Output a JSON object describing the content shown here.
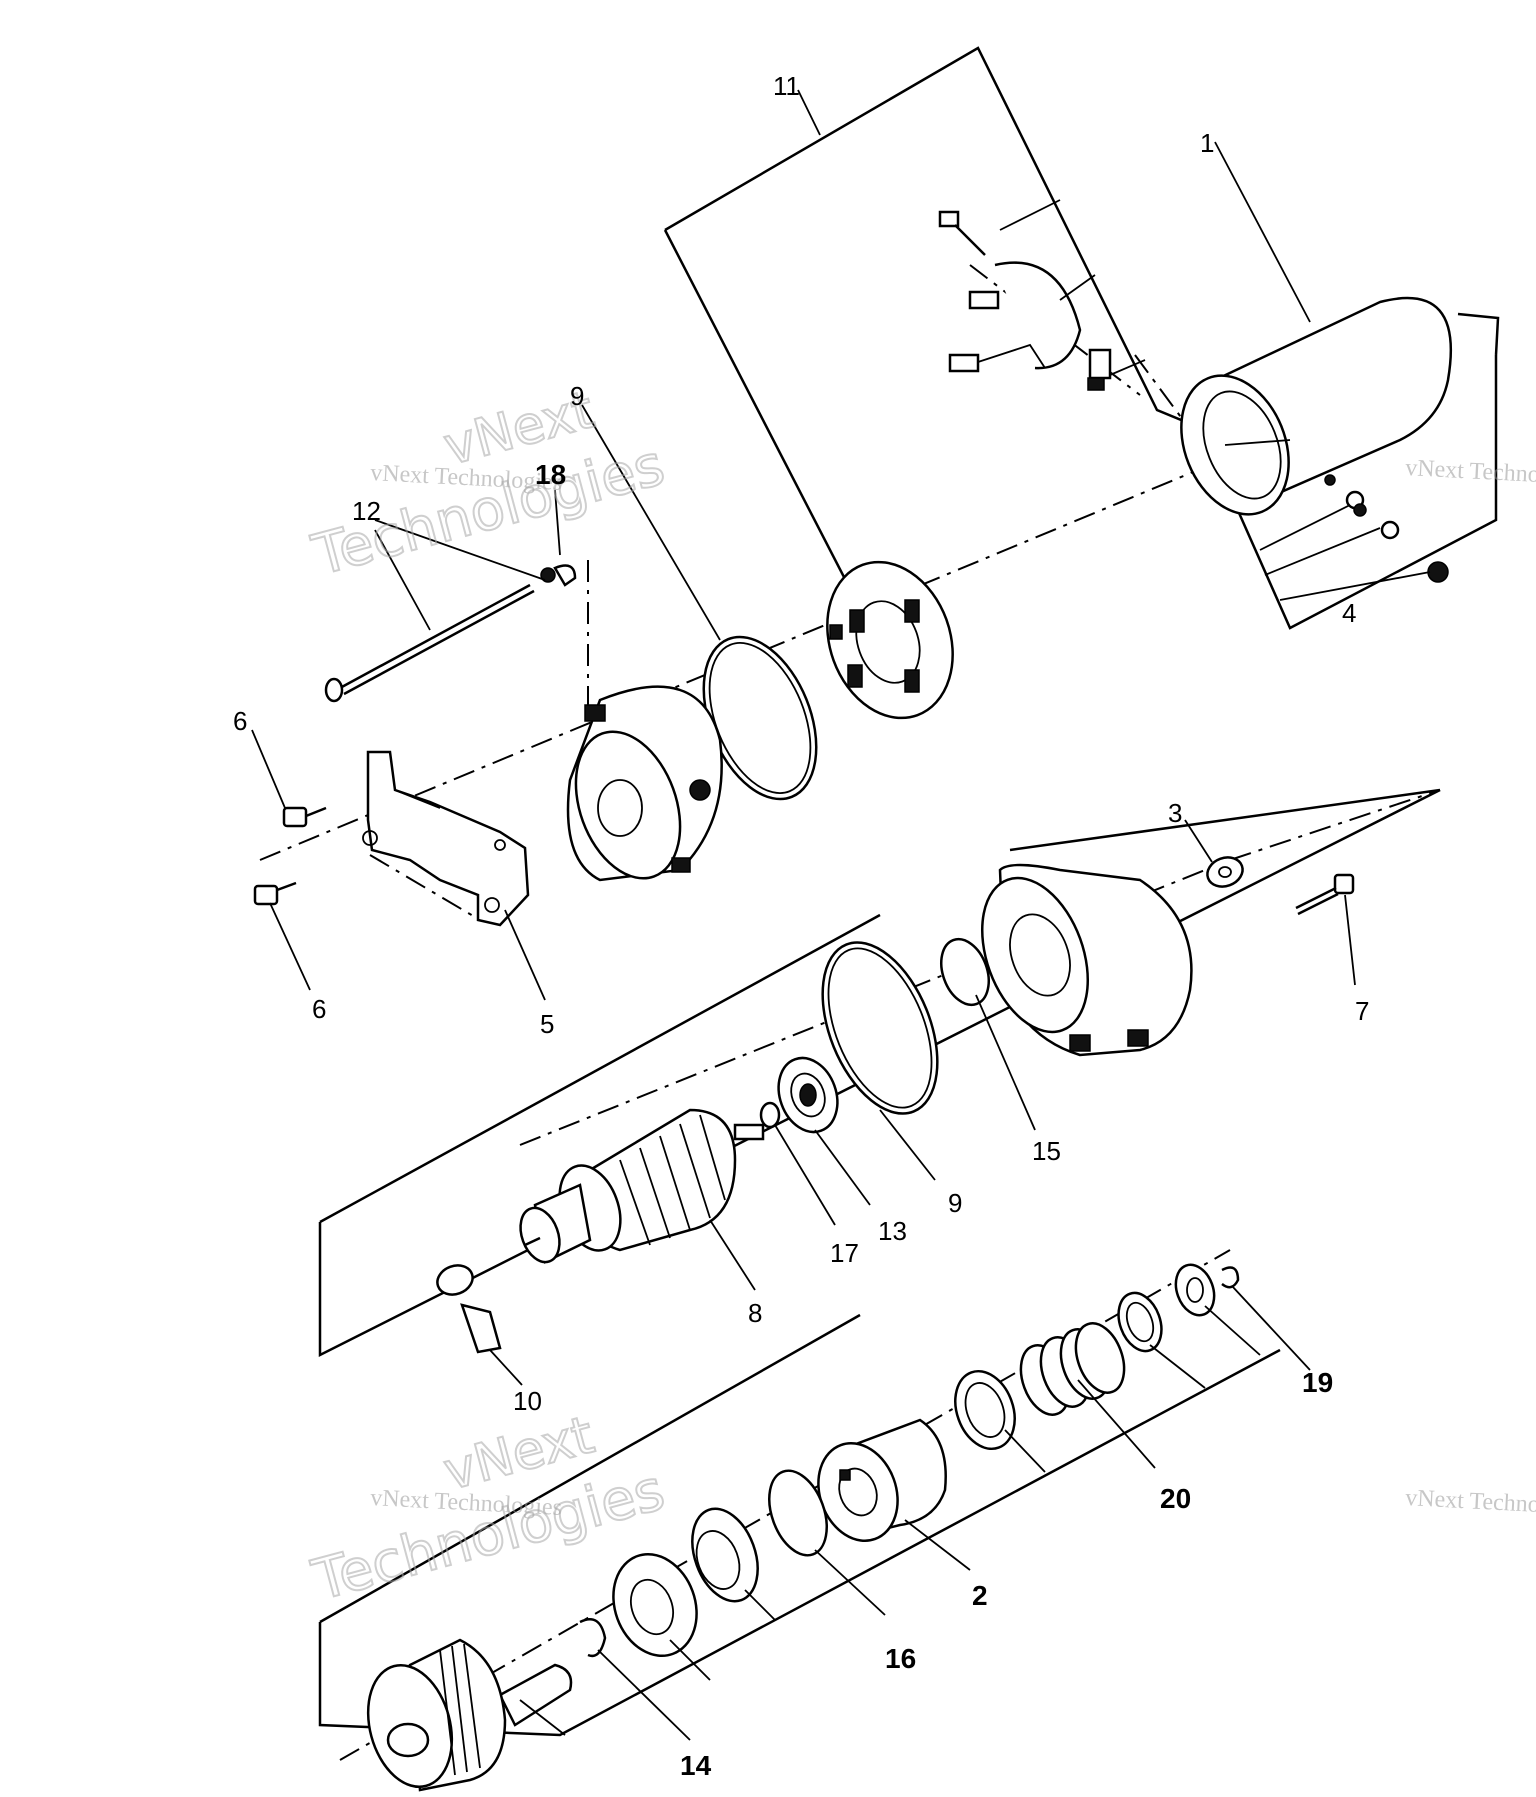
{
  "watermark": {
    "line1": "vNext",
    "line2": "vNext Technologies",
    "line3": "Technologies"
  },
  "labels": {
    "l1": "1",
    "l2": "2",
    "l3": "3",
    "l4": "4",
    "l5": "5",
    "l6a": "6",
    "l6b": "6",
    "l7": "7",
    "l8": "8",
    "l9a": "9",
    "l9b": "9",
    "l10": "10",
    "l11": "11",
    "l12": "12",
    "l13": "13",
    "l14": "14",
    "l15": "15",
    "l16": "16",
    "l17": "17",
    "l18": "18",
    "l19": "19",
    "l20": "20"
  }
}
